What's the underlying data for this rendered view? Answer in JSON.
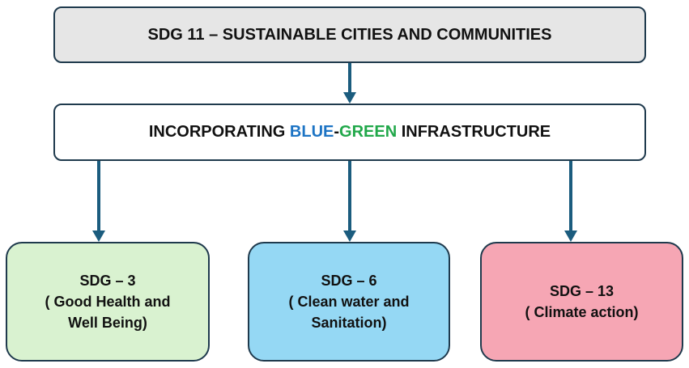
{
  "title": "SDG 11 – SUSTAINABLE CITIES AND COMMUNITIES",
  "middle": {
    "prefix": "INCORPORATING ",
    "blue": "BLUE",
    "dash": "-",
    "green": "GREEN",
    "suffix": " INFRASTRUCTURE"
  },
  "boxes": [
    {
      "line1": "SDG – 3",
      "line2": "( Good Health and",
      "line3": "Well Being)"
    },
    {
      "line1": "SDG – 6",
      "line2": "( Clean water and",
      "line3": "Sanitation)"
    },
    {
      "line1": "SDG – 13",
      "line2": "( Climate action)"
    }
  ],
  "colors": {
    "top_fill": "#e6e6e6",
    "border": "#1f3a4d",
    "arrow": "#1b5c7e",
    "blue_text": "#1d74c4",
    "green_text": "#21a84a",
    "sdg3_fill": "#d9f2d0",
    "sdg6_fill": "#95d8f4",
    "sdg13_fill": "#f6a6b4"
  }
}
